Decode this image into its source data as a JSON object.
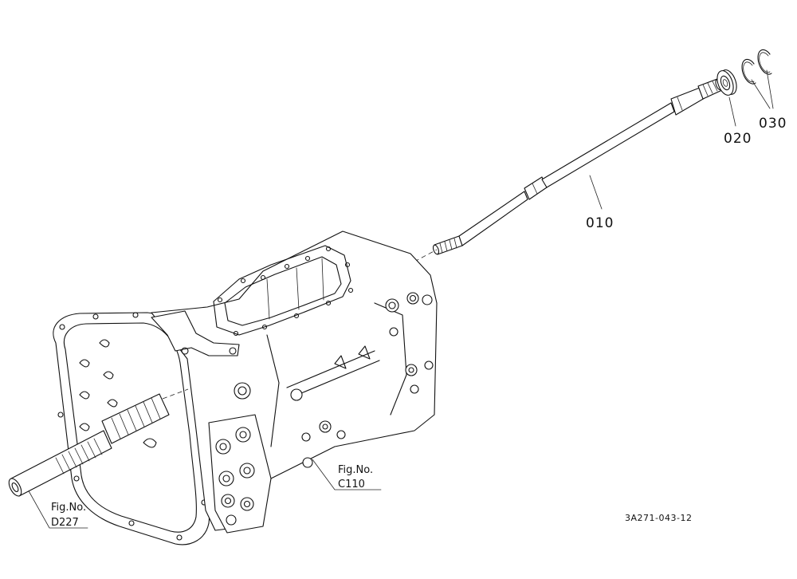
{
  "callouts": {
    "part_010": "010",
    "part_020": "020",
    "part_030": "030"
  },
  "references": {
    "fig_d227_line1": "Fig.No.",
    "fig_d227_line2": "D227",
    "fig_c110_line1": "Fig.No.",
    "fig_c110_line2": "C110"
  },
  "diagram_code": "3A271-043-12"
}
